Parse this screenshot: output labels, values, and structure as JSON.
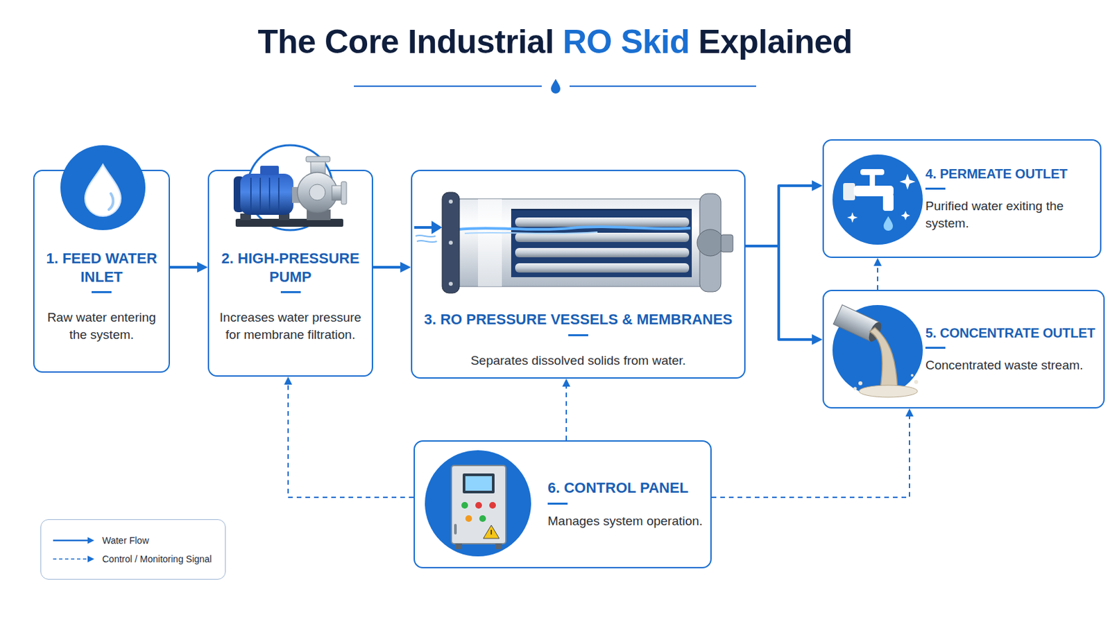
{
  "diagram": {
    "title": "The Core Industrial RO Skid Explained",
    "nodes": [
      {
        "text": [
          "1. FEED WATER INLET",
          "Raw water entering the system."
        ]
      },
      {
        "text": [
          "2. HIGH-PRESSURE PUMP",
          "Increases water pressure for membrane filtration."
        ]
      },
      {
        "text": [
          "3. RO PRESSURE VESSELS & MEMBRANES",
          "Separates dissolved solids from water."
        ]
      },
      {
        "text": [
          "4. PERMEATE OUTLET",
          "Purified water exiting the system."
        ]
      },
      {
        "text": [
          "5. CONCENTRATE OUTLET",
          "Concentrated waste stream."
        ]
      },
      {
        "text": [
          "6. CONTROL PANEL",
          "Manages system operation."
        ]
      }
    ],
    "edges": [
      {
        "from": 0,
        "to": 1,
        "arrow": "to"
      },
      {
        "from": 1,
        "to": 2,
        "arrow": "to"
      },
      {
        "from": 2,
        "to": 3,
        "arrow": "to"
      },
      {
        "from": 2,
        "to": 4,
        "arrow": "to"
      },
      {
        "from": 4,
        "to": 3,
        "arrow": "to"
      },
      {
        "from": 5,
        "to": 1,
        "arrow": "to"
      },
      {
        "from": 5,
        "to": 2,
        "arrow": "to"
      },
      {
        "from": 5,
        "to": 4,
        "arrow": "to"
      }
    ],
    "legend": [
      {
        "text": "Water Flow"
      },
      {
        "text": "Control / Monitoring Signal"
      }
    ]
  }
}
